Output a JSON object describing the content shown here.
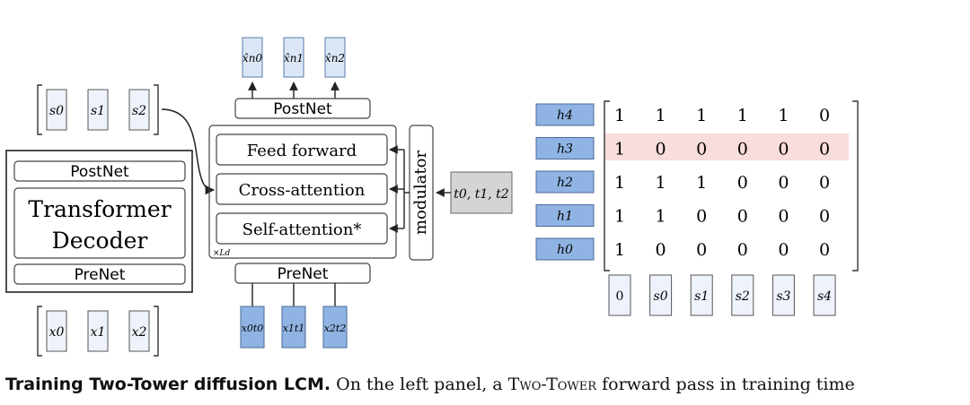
{
  "left_tower": {
    "postnet": "PostNet",
    "transformer": "Transformer",
    "decoder": "Decoder",
    "prenet": "PreNet",
    "top_vector": [
      "s0",
      "s1",
      "s2"
    ],
    "bottom_vector": [
      "x0",
      "x1",
      "x2"
    ]
  },
  "middle_tower": {
    "outputs": [
      "x̂n0",
      "x̂n1",
      "x̂n2"
    ],
    "postnet": "PostNet",
    "feed_forward": "Feed forward",
    "cross_attention": "Cross-attention",
    "self_attention": "Self-attention*",
    "layers_label": "×Ld",
    "prenet": "PreNet",
    "inputs": [
      "x0t0",
      "x1t1",
      "x2t2"
    ],
    "modulator": "modulator",
    "timesteps": "t0, t1, t2"
  },
  "mask": {
    "row_labels": [
      "h4",
      "h3",
      "h2",
      "h1",
      "h0"
    ],
    "highlighted_row": "h3",
    "matrix": [
      [
        "1",
        "1",
        "1",
        "1",
        "1",
        "0"
      ],
      [
        "1",
        "0",
        "0",
        "0",
        "0",
        "0"
      ],
      [
        "1",
        "1",
        "1",
        "0",
        "0",
        "0"
      ],
      [
        "1",
        "1",
        "0",
        "0",
        "0",
        "0"
      ],
      [
        "1",
        "0",
        "0",
        "0",
        "0",
        "0"
      ]
    ],
    "col_labels": [
      "0",
      "s0",
      "s1",
      "s2",
      "s3",
      "s4"
    ]
  },
  "caption": {
    "bold": "Training Two-Tower diffusion LCM.",
    "text1": " On the left panel, a ",
    "smallcaps": "Two-Tower",
    "text2": " forward pass in training time"
  },
  "colors": {
    "blue_fill": "#dbe7f7",
    "blue_stroke": "#5a78a8",
    "label_fill": "#8fb4e3",
    "gray_fill": "#d4d4d4",
    "highlight_row": "#f9dcdc"
  }
}
